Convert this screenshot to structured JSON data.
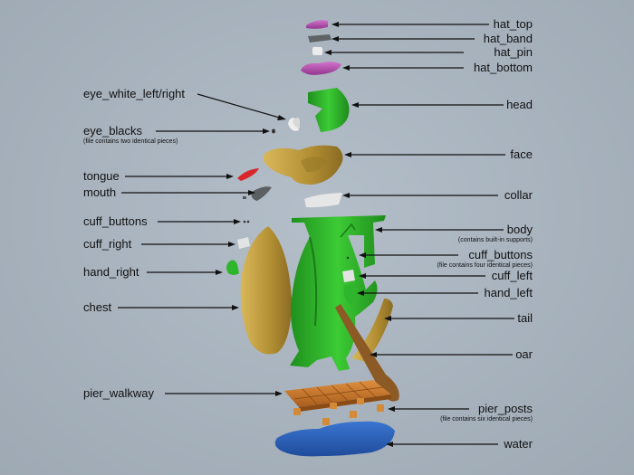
{
  "colors": {
    "background": "#a9b4bf",
    "green": "#2fb52c",
    "tan": "#b9963a",
    "purple": "#b44fae",
    "red": "#d8262b",
    "wood": "#c8782a",
    "water": "#2b5fb8",
    "grey": "#6a6d70",
    "white": "#e9e9e9"
  },
  "labels_right": [
    {
      "id": "hat-top",
      "text": "hat_top"
    },
    {
      "id": "hat-band",
      "text": "hat_band"
    },
    {
      "id": "hat-pin",
      "text": "hat_pin"
    },
    {
      "id": "hat-bottom",
      "text": "hat_bottom"
    },
    {
      "id": "head",
      "text": "head"
    },
    {
      "id": "face",
      "text": "face"
    },
    {
      "id": "collar",
      "text": "collar"
    },
    {
      "id": "body",
      "text": "body",
      "note": "(contains built-in supports)"
    },
    {
      "id": "cuff-buttons-right",
      "text": "cuff_buttons",
      "note": "(file contains four identical pieces)"
    },
    {
      "id": "cuff-left",
      "text": "cuff_left"
    },
    {
      "id": "hand-left",
      "text": "hand_left"
    },
    {
      "id": "tail",
      "text": "tail"
    },
    {
      "id": "oar",
      "text": "oar"
    },
    {
      "id": "pier-posts",
      "text": "pier_posts",
      "note": "(file contains six identical pieces)"
    },
    {
      "id": "water",
      "text": "water"
    }
  ],
  "labels_left": [
    {
      "id": "eye-white",
      "text": "eye_white_left/right"
    },
    {
      "id": "eye-blacks",
      "text": "eye_blacks",
      "note": "(file contains two identical pieces)"
    },
    {
      "id": "tongue",
      "text": "tongue"
    },
    {
      "id": "mouth",
      "text": "mouth"
    },
    {
      "id": "cuff-buttons-left",
      "text": "cuff_buttons"
    },
    {
      "id": "cuff-right",
      "text": "cuff_right"
    },
    {
      "id": "hand-right",
      "text": "hand_right"
    },
    {
      "id": "chest",
      "text": "chest"
    },
    {
      "id": "pier-walkway",
      "text": "pier_walkway"
    }
  ]
}
